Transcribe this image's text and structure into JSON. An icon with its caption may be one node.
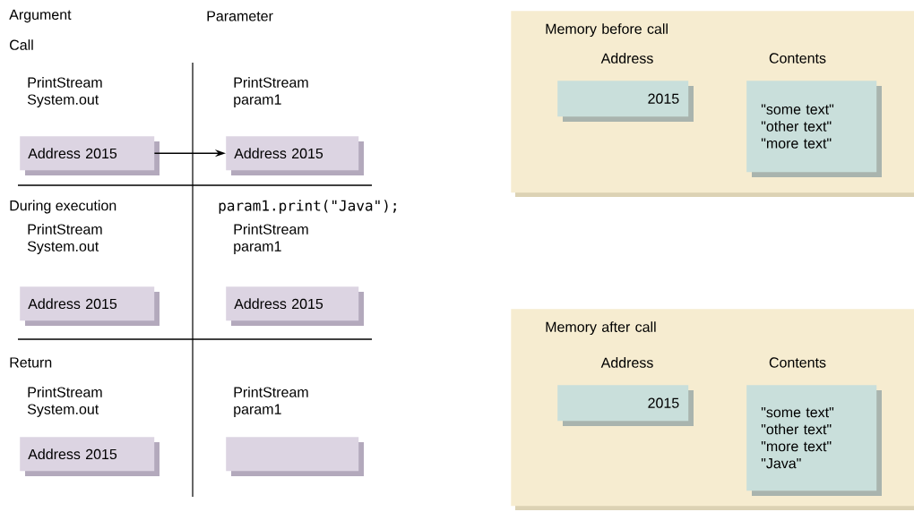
{
  "diagram": {
    "nodes": [
      {
        "text": [
          "Address 2015"
        ],
        "beside": [
          "PrintStream System.out"
        ]
      },
      {
        "text": [
          "Address 2015"
        ],
        "beside": [
          "PrintStream param1"
        ]
      },
      {
        "text": [
          "Address 2015"
        ],
        "beside": [
          "PrintStream System.out"
        ]
      },
      {
        "text": [
          "Address 2015"
        ],
        "beside": [
          "PrintStream param1"
        ]
      },
      {
        "text": [
          "Address 2015"
        ],
        "beside": [
          "PrintStream System.out"
        ]
      },
      {
        "text": [],
        "shape": "box",
        "beside": [
          "PrintStream param1"
        ]
      },
      {
        "text": [
          "Memory before call"
        ]
      },
      {
        "text": [
          "2015"
        ],
        "in": 6,
        "beside": [
          "Address"
        ]
      },
      {
        "text": [
          "\"some text\" \"other text\" \"more text\""
        ],
        "in": 6,
        "beside": [
          "Contents"
        ]
      },
      {
        "text": [
          "Memory after call"
        ]
      },
      {
        "text": [
          "2015"
        ],
        "in": 9,
        "beside": [
          "Address"
        ]
      },
      {
        "text": [
          "\"some text\" \"other text\" \"more text\" \"Java\""
        ],
        "in": 9,
        "beside": [
          "Contents"
        ]
      }
    ],
    "edges": [
      {
        "from": 0,
        "to": 1,
        "arrow": "to"
      }
    ],
    "labels": [
      "Argument",
      "Parameter",
      "Call",
      "During execution",
      "param1.print(\"Java\");",
      "Return"
    ]
  }
}
